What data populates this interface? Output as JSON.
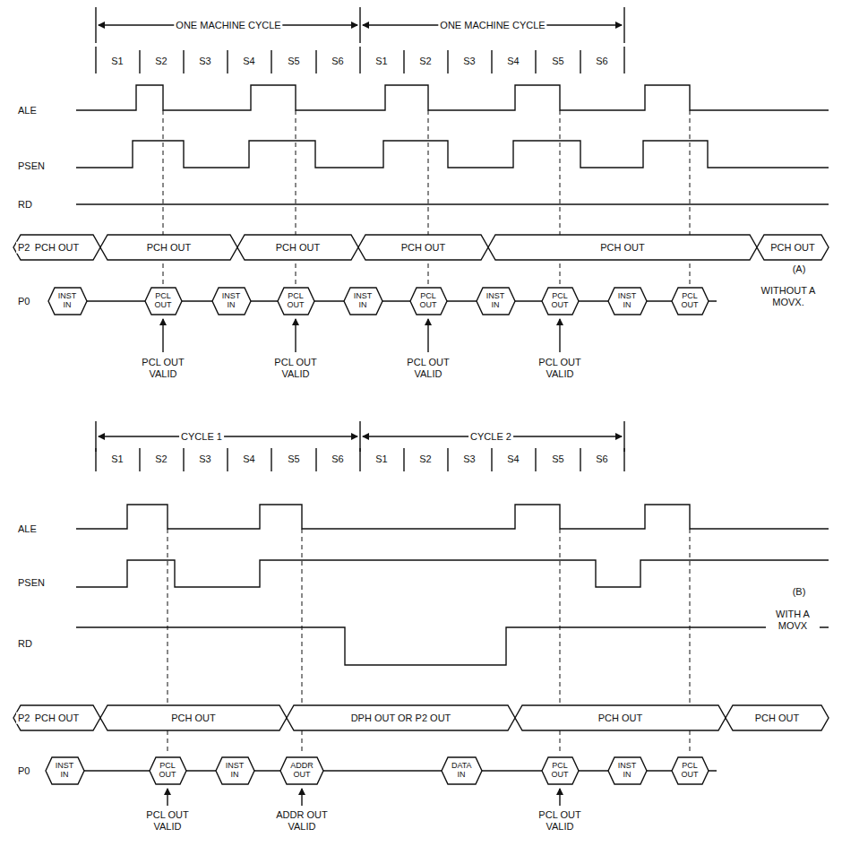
{
  "diagram": {
    "nodes": [
      {
        "text": [
          "PCH OUT"
        ]
      },
      {
        "text": [
          "PCH OUT"
        ]
      },
      {
        "text": [
          "PCH OUT"
        ]
      },
      {
        "text": [
          "PCH OUT"
        ]
      },
      {
        "text": [
          "PCH OUT"
        ]
      },
      {
        "text": [
          "PCH OUT"
        ]
      },
      {
        "text": [
          "INST IN"
        ]
      },
      {
        "text": [
          "PCL OUT"
        ]
      },
      {
        "text": [
          "INST IN"
        ]
      },
      {
        "text": [
          "PCL OUT"
        ]
      },
      {
        "text": [
          "INST IN"
        ]
      },
      {
        "text": [
          "PCL OUT"
        ]
      },
      {
        "text": [
          "INST IN"
        ]
      },
      {
        "text": [
          "PCL OUT"
        ]
      },
      {
        "text": [
          "INST IN"
        ]
      },
      {
        "text": [
          "PCL OUT"
        ]
      },
      {
        "text": [
          "PCH OUT"
        ]
      },
      {
        "text": [
          "PCH OUT"
        ]
      },
      {
        "text": [
          "DPH OUT OR P2 OUT"
        ]
      },
      {
        "text": [
          "PCH OUT"
        ]
      },
      {
        "text": [
          "PCH OUT"
        ]
      },
      {
        "text": [
          "INST IN"
        ]
      },
      {
        "text": [
          "PCL OUT"
        ]
      },
      {
        "text": [
          "INST IN"
        ]
      },
      {
        "text": [
          "ADDR OUT"
        ]
      },
      {
        "text": [
          "DATA IN"
        ]
      },
      {
        "text": [
          "PCL OUT"
        ]
      },
      {
        "text": [
          "INST IN"
        ]
      },
      {
        "text": [
          "PCL OUT"
        ]
      }
    ],
    "labels": [
      "ONE MACHINE CYCLE",
      "ONE MACHINE CYCLE",
      "S1",
      "S2",
      "S3",
      "S4",
      "S5",
      "S6",
      "S1",
      "S2",
      "S3",
      "S4",
      "S5",
      "S6",
      "ALE",
      "PSEN",
      "RD",
      "P2",
      "P0",
      "(A)",
      "WITHOUT A MOVX.",
      "PCL OUT VALID",
      "PCL OUT VALID",
      "PCL OUT VALID",
      "PCL OUT VALID",
      "CYCLE 1",
      "CYCLE 2",
      "S1",
      "S2",
      "S3",
      "S4",
      "S5",
      "S6",
      "S1",
      "S2",
      "S3",
      "S4",
      "S5",
      "S6",
      "ALE",
      "PSEN",
      "RD",
      "P2",
      "P0",
      "(B)",
      "WITH A MOVX",
      "PCL OUT VALID",
      "ADDR OUT VALID",
      "PCL OUT VALID"
    ]
  }
}
